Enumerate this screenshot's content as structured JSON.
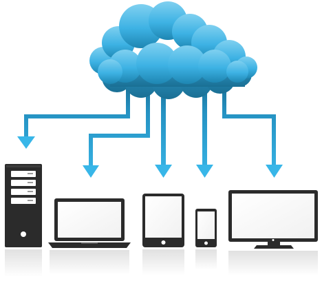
{
  "illustration": {
    "subject": "cloud-sync-to-devices",
    "colors": {
      "cloud_light": "#7fd0f0",
      "cloud_mid": "#3db2e4",
      "cloud_dark": "#1e7fa8",
      "arrow_top": "#1f7ea8",
      "arrow_bottom": "#33b1e3",
      "device_body": "#2b2b2b",
      "device_screen": "#ffffff",
      "background": "#ffffff"
    },
    "devices": [
      {
        "kind": "server-tower",
        "icon": "server-icon"
      },
      {
        "kind": "laptop",
        "icon": "laptop-icon"
      },
      {
        "kind": "tablet",
        "icon": "tablet-icon"
      },
      {
        "kind": "smartphone",
        "icon": "phone-icon"
      },
      {
        "kind": "monitor",
        "icon": "monitor-icon"
      }
    ]
  }
}
